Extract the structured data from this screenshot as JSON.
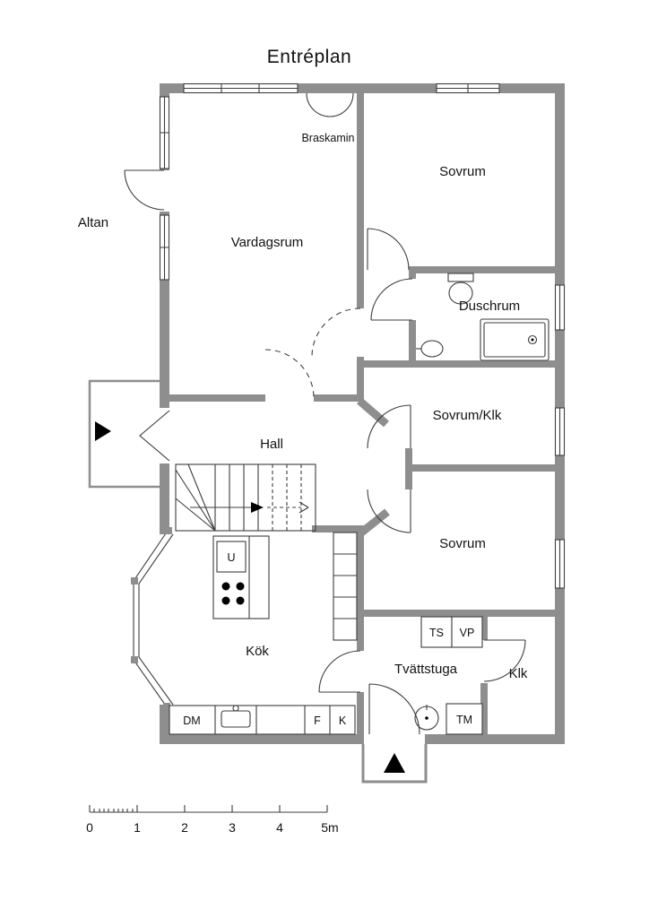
{
  "annotations": {
    "title": "Entréplan",
    "altan": "Altan",
    "braskamin": "Braskamin"
  },
  "rooms": {
    "vardagsrum": "Vardagsrum",
    "sovrum_top": "Sovrum",
    "duschrum": "Duschrum",
    "sovrum_klk": "Sovrum/Klk",
    "hall": "Hall",
    "sovrum_mid": "Sovrum",
    "kok": "Kök",
    "tvattstuga": "Tvättstuga",
    "klk": "Klk"
  },
  "appliances": {
    "u": "U",
    "dm": "DM",
    "f": "F",
    "k": "K",
    "ts": "TS",
    "vp": "VP",
    "tm": "TM"
  },
  "scale": {
    "ticks": [
      "0",
      "1",
      "2",
      "3",
      "4",
      "5m"
    ]
  },
  "colors": {
    "wall": "#8e8e8e",
    "line": "#3d3d3d",
    "text": "#111111",
    "arrow": "#000000"
  }
}
